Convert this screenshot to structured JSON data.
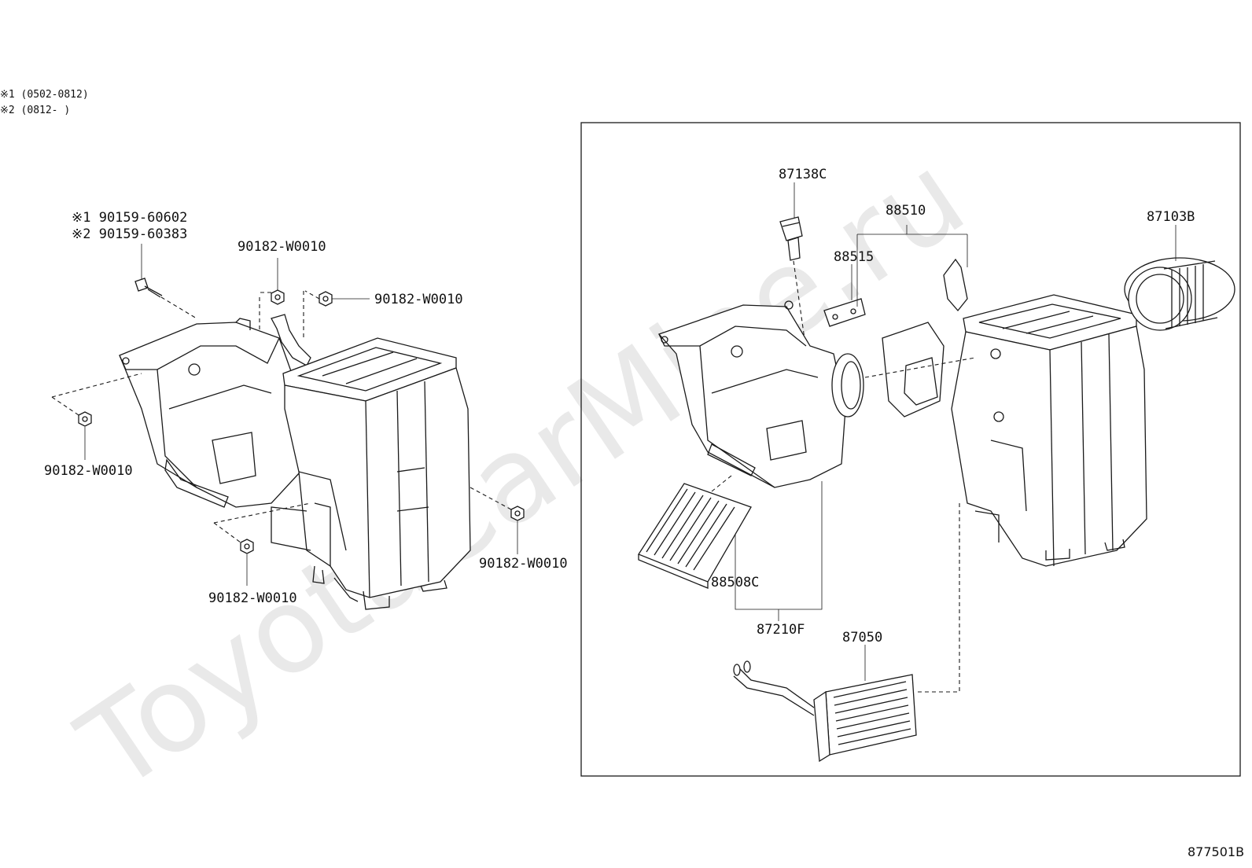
{
  "watermark": "ToyotaCarMine.ru",
  "notes": [
    "※1 (0502-0812)",
    "※2 (0812-    )"
  ],
  "left_labels": {
    "screw_1": "※1 90159-60602",
    "screw_2": "※2 90159-60383",
    "nut_top": "90182-W0010",
    "nut_top_right": "90182-W0010",
    "nut_left": "90182-W0010",
    "nut_bottom": "90182-W0010",
    "nut_right": "90182-W0010"
  },
  "right_labels": {
    "resistor": "87138C",
    "radiator_case": "88510",
    "expansion_valve": "88515",
    "blower_fan": "87103B",
    "filter": "88508C",
    "blower_assy": "87210F",
    "heater_core": "87050"
  },
  "diagram_id": "877501B"
}
